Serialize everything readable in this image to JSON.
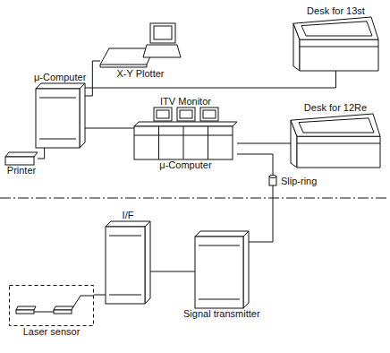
{
  "diagram": {
    "nodes": [
      {
        "text": [
          "Desk for 13st"
        ]
      },
      {
        "text": [
          "X-Y Plotter"
        ]
      },
      {
        "text": [
          "μ-Computer"
        ]
      },
      {
        "text": [
          "Printer"
        ]
      },
      {
        "text": [
          "ITV Monitor",
          "μ-Computer"
        ]
      },
      {
        "text": [
          "Desk for 12Re"
        ]
      },
      {
        "text": [
          "Slip-ring"
        ]
      },
      {
        "text": [
          "I/F"
        ]
      },
      {
        "text": [
          "Signal transmitter"
        ]
      },
      {
        "text": [
          "Laser sensor"
        ]
      }
    ],
    "edges": [
      {
        "from": 2,
        "to": 1,
        "arrow": "none"
      },
      {
        "from": 2,
        "to": 0,
        "arrow": "none"
      },
      {
        "from": 2,
        "to": 4,
        "arrow": "none"
      },
      {
        "from": 2,
        "to": 3,
        "arrow": "none"
      },
      {
        "from": 4,
        "to": 5,
        "arrow": "none"
      },
      {
        "from": 4,
        "to": 6,
        "arrow": "none"
      },
      {
        "from": 6,
        "to": 8,
        "arrow": "none"
      },
      {
        "from": 8,
        "to": 7,
        "arrow": "none"
      },
      {
        "from": 7,
        "to": 9,
        "arrow": "none"
      }
    ]
  }
}
